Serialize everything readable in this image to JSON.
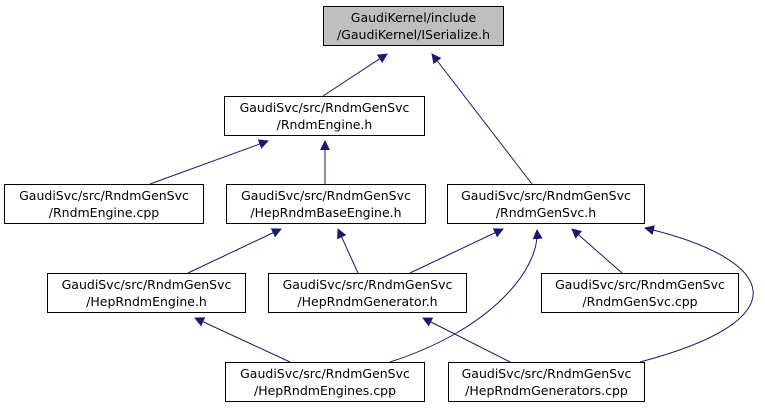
{
  "graph": {
    "edge_color": "#191970",
    "root_fill": "#bfbfbf",
    "nodes": {
      "iserialize": [
        "GaudiKernel/include",
        "/GaudiKernel/ISerialize.h"
      ],
      "rndmengine_h": [
        "GaudiSvc/src/RndmGenSvc",
        "/RndmEngine.h"
      ],
      "rndmengine_cpp": [
        "GaudiSvc/src/RndmGenSvc",
        "/RndmEngine.cpp"
      ],
      "heprndmbaseengine_h": [
        "GaudiSvc/src/RndmGenSvc",
        "/HepRndmBaseEngine.h"
      ],
      "rndmgensvc_h": [
        "GaudiSvc/src/RndmGenSvc",
        "/RndmGenSvc.h"
      ],
      "heprndmengine_h": [
        "GaudiSvc/src/RndmGenSvc",
        "/HepRndmEngine.h"
      ],
      "heprndmgenerator_h": [
        "GaudiSvc/src/RndmGenSvc",
        "/HepRndmGenerator.h"
      ],
      "rndmgensvc_cpp": [
        "GaudiSvc/src/RndmGenSvc",
        "/RndmGenSvc.cpp"
      ],
      "heprndmengines_cpp": [
        "GaudiSvc/src/RndmGenSvc",
        "/HepRndmEngines.cpp"
      ],
      "heprndmgenerators_cpp": [
        "GaudiSvc/src/RndmGenSvc",
        "/HepRndmGenerators.cpp"
      ]
    }
  }
}
